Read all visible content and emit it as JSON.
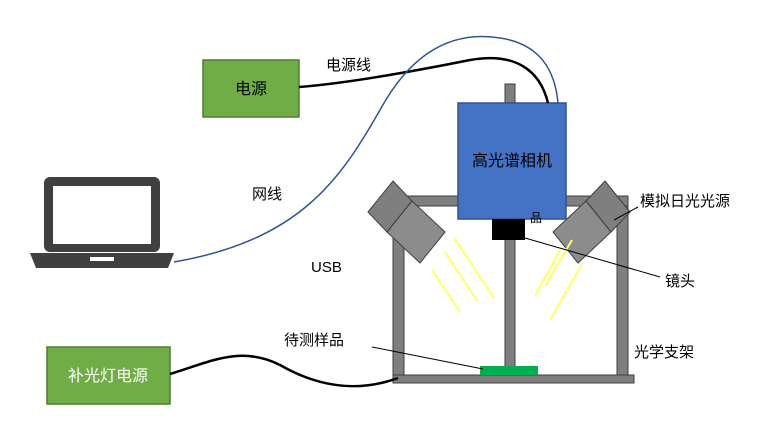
{
  "diagram": {
    "boxes": {
      "power": "电源",
      "camera": "高光谱相机",
      "fill_light_power": "补光灯电源"
    },
    "labels": {
      "power_cord": "电源线",
      "network_cable": "网线",
      "usb": "USB",
      "simulated_light": "模拟日光光源",
      "lens": "镜头",
      "sample": "待测样品",
      "stand": "光学支架",
      "partial_text": "品"
    },
    "colors": {
      "green_box": "#70ad47",
      "green_box_border": "#507e32",
      "camera_blue": "#4472c4",
      "camera_border": "#2f528f",
      "sample_green": "#00b050",
      "stand_gray": "#7f7f7f",
      "laptop_dark": "#404040",
      "cable_blue": "#2e5597",
      "light_rays": "#ffff66"
    }
  }
}
